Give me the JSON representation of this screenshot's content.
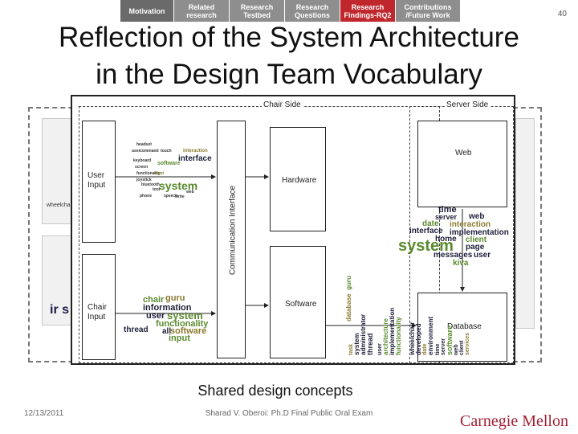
{
  "nav": [
    {
      "label": "Motivation",
      "state": "normal"
    },
    {
      "label": "Related\nresearch",
      "state": "normal"
    },
    {
      "label": "Research\nTestbed",
      "state": "normal"
    },
    {
      "label": "Research\nQuestions",
      "state": "normal"
    },
    {
      "label": "Research\nFindings-RQ2",
      "state": "active"
    },
    {
      "label": "Contributions\n/Future Work",
      "state": "normal"
    }
  ],
  "slide_number": "40",
  "title_line1": "Reflection of the System Architecture",
  "title_line2": "in the Design Team Vocabulary",
  "diagram": {
    "chair_side": "Chair Side",
    "server_side": "Server Side",
    "user_input": "User\nInput",
    "chair_input": "Chair\nInput",
    "hardware": "Hardware",
    "software": "Software",
    "comm_interface": "Communication Interface",
    "web": "Web",
    "database": "Database",
    "bg_fragment_wheelchair": "wheelcha",
    "bg_fragment_ir": "ir s"
  },
  "wordcloud_user": [
    "headset",
    "user",
    "command",
    "touch",
    "interaction",
    "interface",
    "software",
    "screen",
    "keyboard",
    "system",
    "joystick",
    "phone",
    "tool",
    "functionality",
    "write",
    "web",
    "bluetooth",
    "input",
    "speech"
  ],
  "wordcloud_chair": [
    "chair",
    "guru",
    "information",
    "user",
    "system",
    "functionality",
    "thread",
    "all",
    "software",
    "input"
  ],
  "wordcloud_server": [
    "time",
    "server",
    "web",
    "date",
    "interaction",
    "interface",
    "implementation",
    "home",
    "client",
    "system",
    "page",
    "messages",
    "user",
    "kiva"
  ],
  "wordcloud_comm": [
    "database",
    "guru",
    "task",
    "system",
    "administrator",
    "thread",
    "user",
    "architecture",
    "implementation",
    "functionality",
    "wheelchair",
    "developed",
    "date",
    "environment",
    "time",
    "server",
    "software",
    "web",
    "client",
    "services"
  ],
  "caption": "Shared design concepts",
  "footer_date": "12/13/2011",
  "footer_center": "Sharad V. Oberoi: Ph.D Final Public Oral Exam",
  "logo": "Carnegie Mellon",
  "colors": {
    "active_tab": "#c0272d",
    "cloud_dark": "#1f1f3a",
    "cloud_green": "#5a8a2e",
    "cloud_olive": "#8a7a2e",
    "logo": "#a31f34"
  }
}
